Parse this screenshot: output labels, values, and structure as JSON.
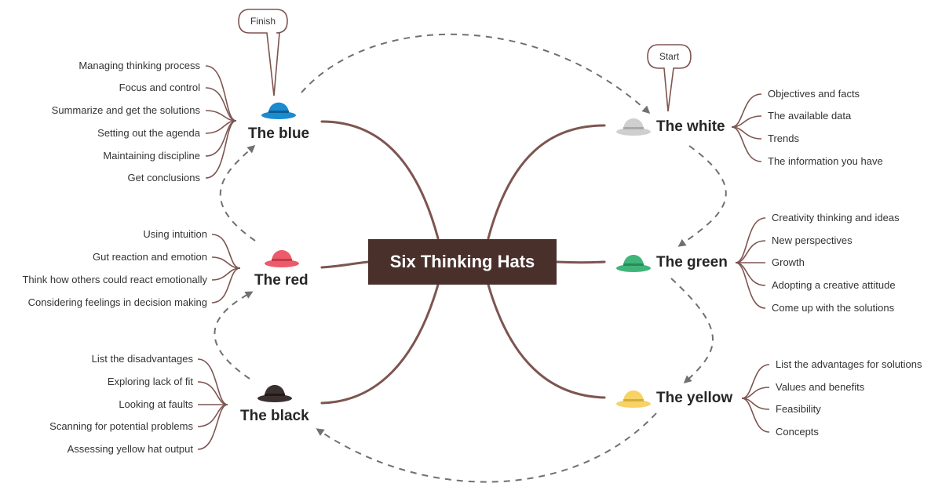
{
  "center": {
    "title": "Six Thinking Hats"
  },
  "callouts": {
    "start": "Start",
    "finish": "Finish"
  },
  "colors": {
    "branch": "#7d5550",
    "center_fill": "#4a302b",
    "arrow": "#707070",
    "blue_hat": "#1a8ad1",
    "white_hat": "#cfcfcf",
    "green_hat": "#3fb57a",
    "yellow_hat": "#f7d266",
    "black_hat": "#3b3030",
    "red_hat": "#ec5a6b"
  },
  "hats": {
    "blue": {
      "label": "The blue",
      "icon": "blue-hat-icon",
      "items": [
        "Managing thinking process",
        "Focus and control",
        "Summarize and get the solutions",
        "Setting out the agenda",
        "Maintaining discipline",
        "Get conclusions"
      ]
    },
    "red": {
      "label": "The red",
      "icon": "red-hat-icon",
      "items": [
        "Using intuition",
        "Gut reaction and emotion",
        "Think how others could react emotionally",
        "Considering feelings in decision making"
      ]
    },
    "black": {
      "label": "The black",
      "icon": "black-hat-icon",
      "items": [
        "List the disadvantages",
        "Exploring lack of fit",
        "Looking at faults",
        "Scanning for potential problems",
        "Assessing yellow hat output"
      ]
    },
    "white": {
      "label": "The white",
      "icon": "white-hat-icon",
      "items": [
        "Objectives and facts",
        "The available data",
        "Trends",
        "The information you have"
      ]
    },
    "green": {
      "label": "The green",
      "icon": "green-hat-icon",
      "items": [
        "Creativity thinking and ideas",
        "New perspectives",
        "Growth",
        "Adopting a creative attitude",
        "Come up with the solutions"
      ]
    },
    "yellow": {
      "label": "The yellow",
      "icon": "yellow-hat-icon",
      "items": [
        "List the advantages for solutions",
        "Values and benefits",
        "Feasibility",
        "Concepts"
      ]
    }
  }
}
